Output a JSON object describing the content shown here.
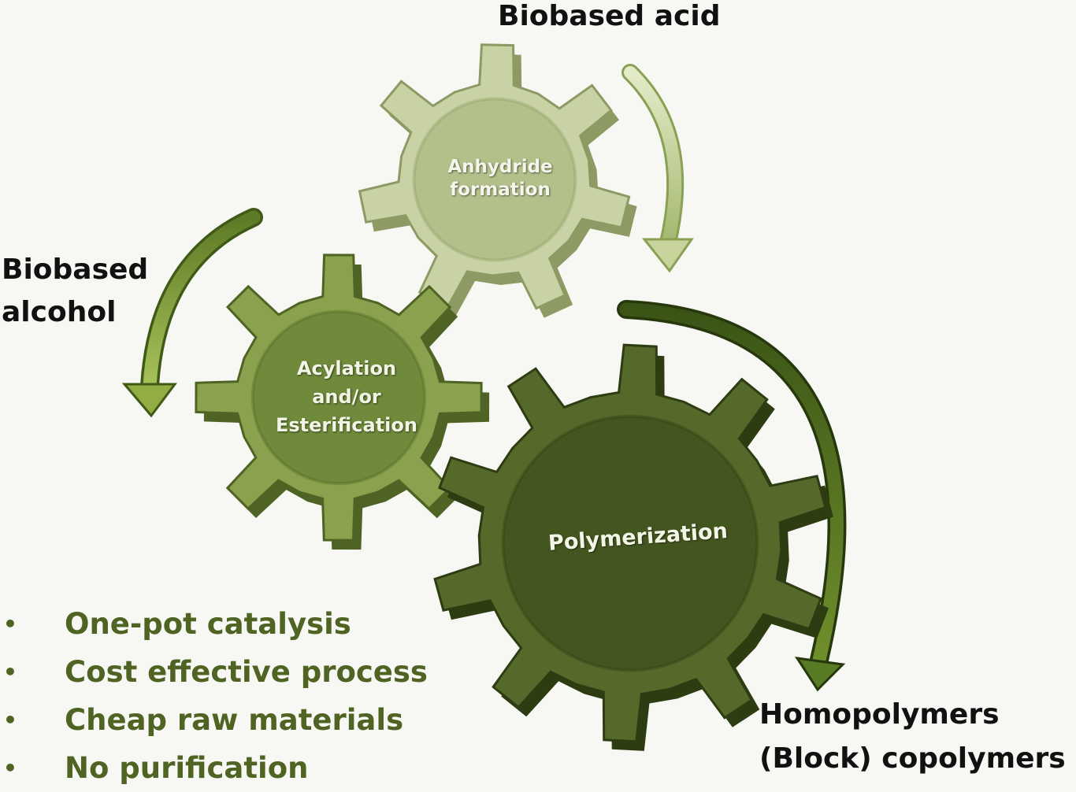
{
  "labels": {
    "biobased_acid": "Biobased acid",
    "biobased_alcohol": [
      "Biobased",
      "alcohol"
    ],
    "products": [
      "Homopolymers",
      "(Block) copolymers"
    ]
  },
  "gears": {
    "anhydride": [
      "Anhydride",
      "formation"
    ],
    "acylation": [
      "Acylation",
      "and/or",
      "Esterification"
    ],
    "polymerization": [
      "Polymerization"
    ]
  },
  "bullets": [
    "One-pot catalysis",
    "Cost effective process",
    "Cheap raw materials",
    "No purification"
  ],
  "colors": {
    "gear_light": "#b4c08a",
    "gear_mid": "#6f8a3a",
    "gear_dark": "#44561f",
    "bullet_text": "#4f6322"
  }
}
